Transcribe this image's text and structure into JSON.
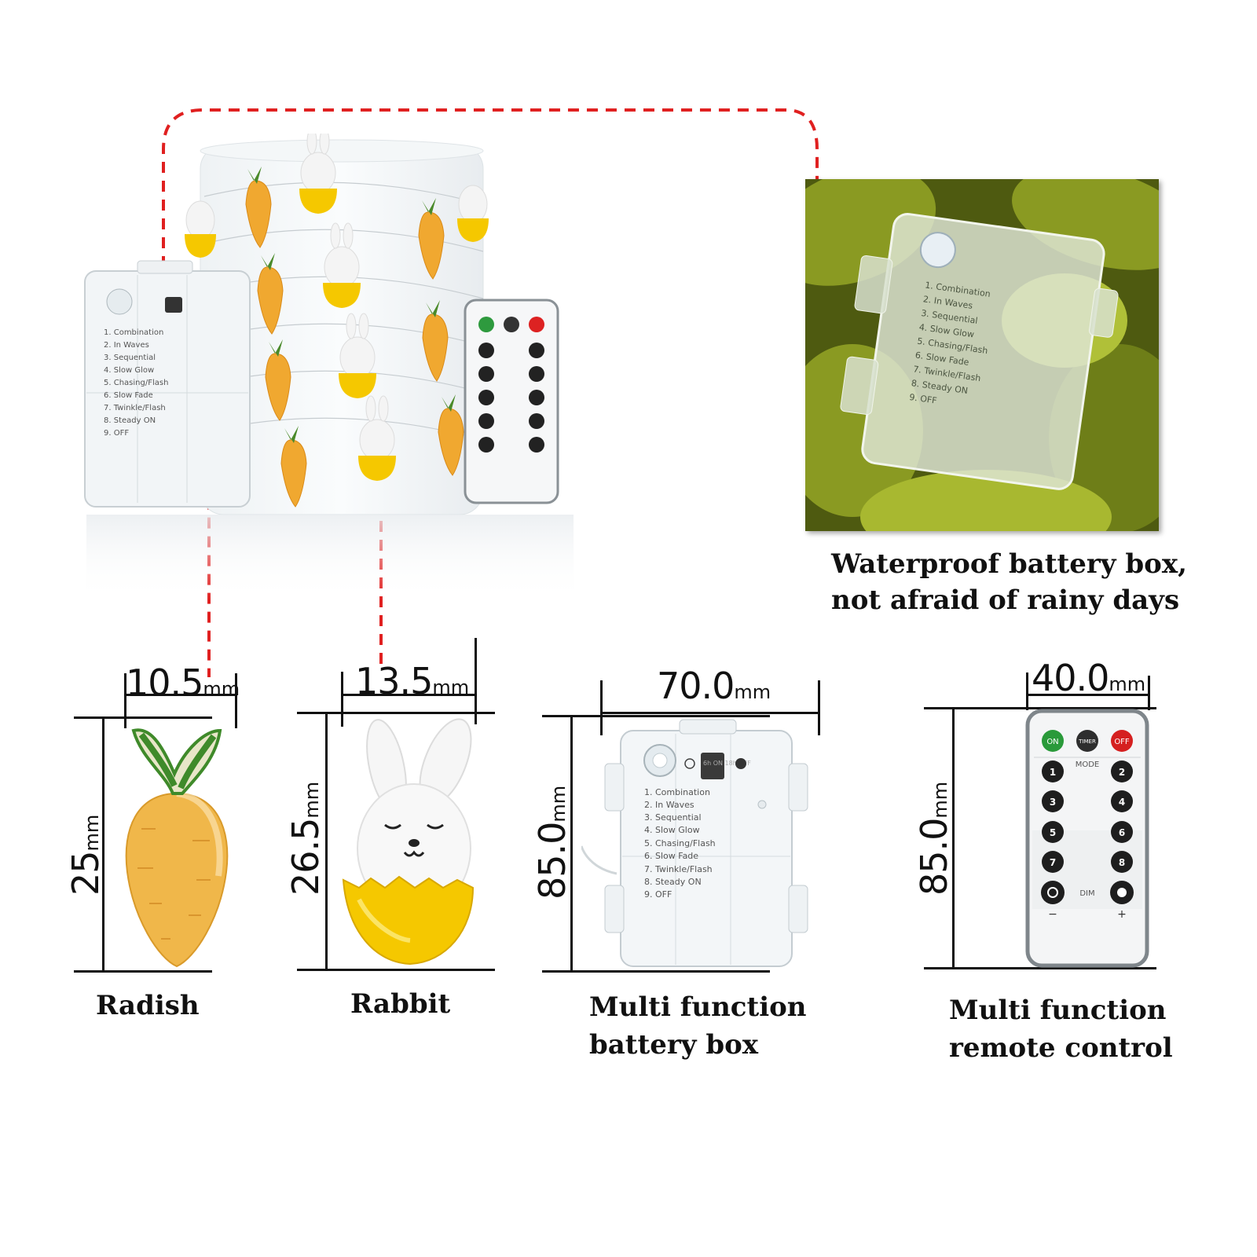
{
  "photo_caption": {
    "line1": "Waterproof battery box,",
    "line2": "not afraid of rainy days"
  },
  "battery_box": {
    "labels": [
      "1. Combination",
      "2. In Waves",
      "3. Sequential",
      "4. Slow Glow",
      "5. Chasing/Flash",
      "6. Slow Fade",
      "7. Twinkle/Flash",
      "8. Steady ON",
      "9. OFF"
    ],
    "switch_text": "6h ON 18h OFF"
  },
  "remote": {
    "on": "ON",
    "timer": "TIMER",
    "off": "OFF",
    "mode": "MODE",
    "dim": "DIM",
    "minus": "−",
    "plus": "+",
    "numbers": [
      "1",
      "2",
      "3",
      "4",
      "5",
      "6",
      "7",
      "8"
    ]
  },
  "items": [
    {
      "caption_lines": [
        "Radish"
      ],
      "width_num": "10.5",
      "width_unit": "mm",
      "height_num": "25",
      "height_unit": "mm"
    },
    {
      "caption_lines": [
        "Rabbit"
      ],
      "width_num": "13.5",
      "width_unit": "mm",
      "height_num": "26.5",
      "height_unit": "mm"
    },
    {
      "caption_lines": [
        "Multi function",
        "battery box"
      ],
      "width_num": "70.0",
      "width_unit": "mm",
      "height_num": "85.0",
      "height_unit": "mm"
    },
    {
      "caption_lines": [
        "Multi function",
        "remote control"
      ],
      "width_num": "40.0",
      "width_unit": "mm",
      "height_num": "85.0",
      "height_unit": "mm"
    }
  ],
  "colors": {
    "dash": "#e02020",
    "carrot": "#f0a830",
    "leaf": "#4a8a2a",
    "egg": "#f5c800",
    "leaf_photo": "#7a8a20"
  }
}
